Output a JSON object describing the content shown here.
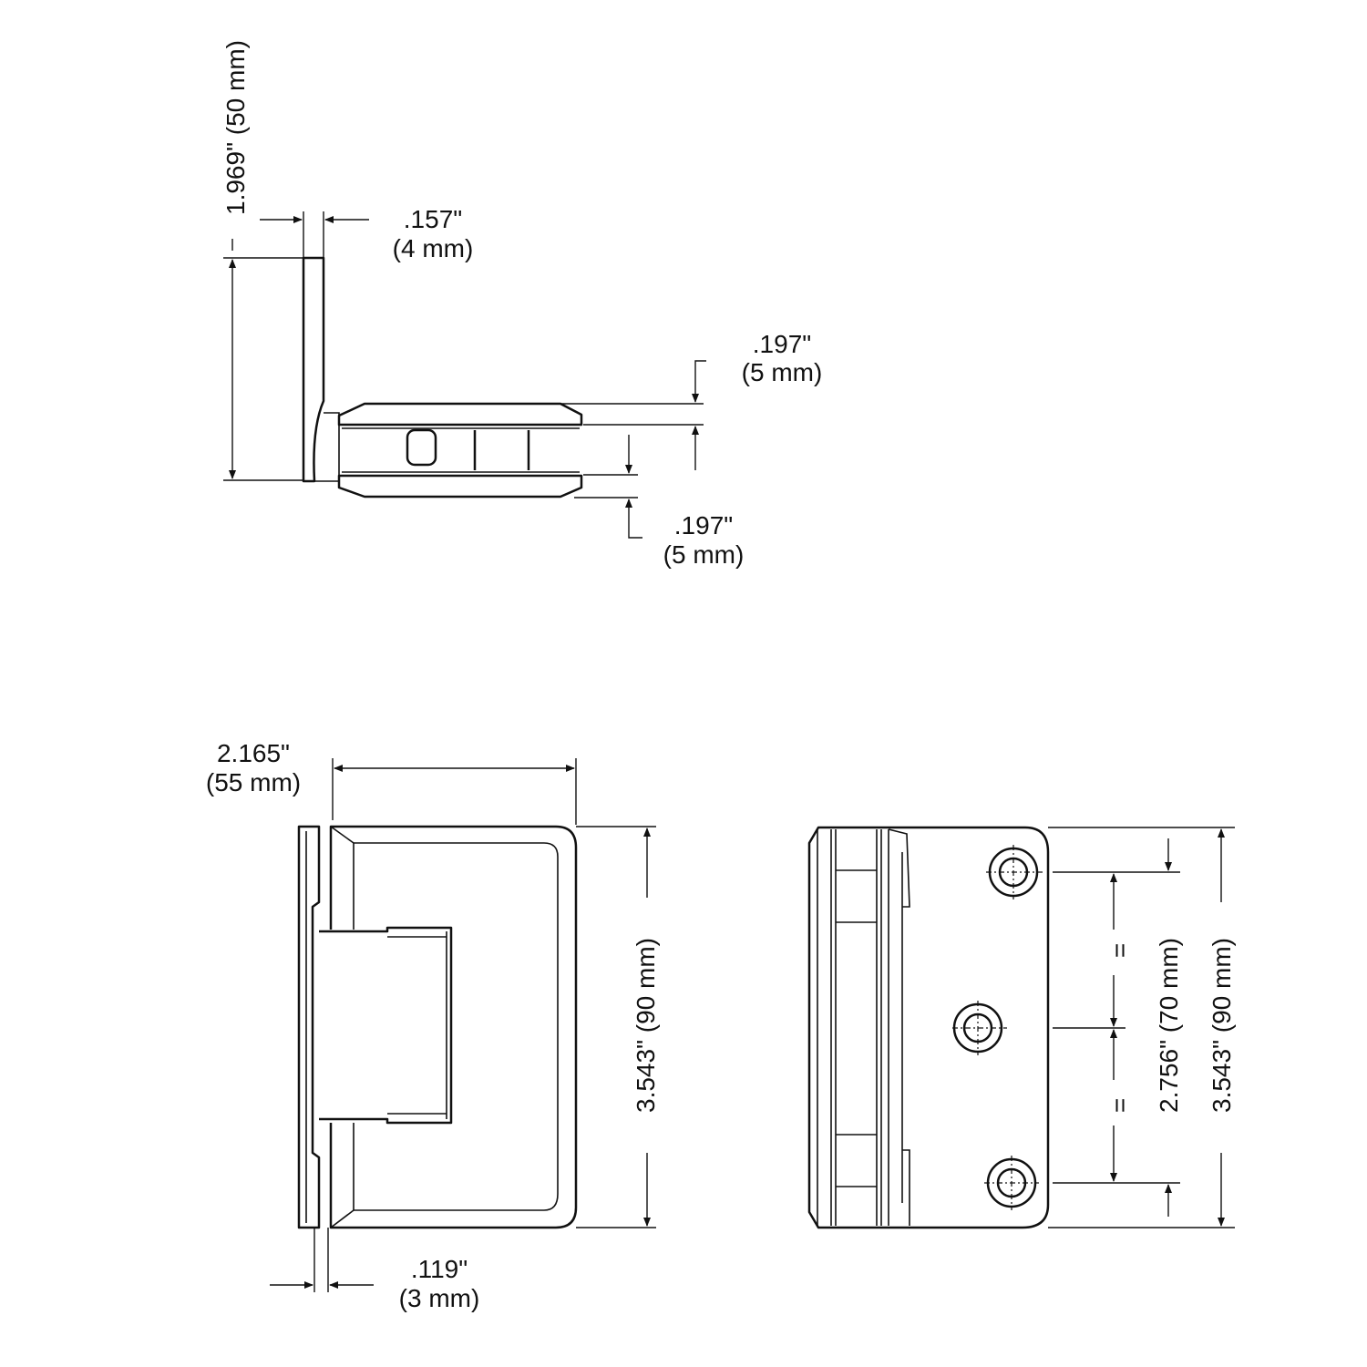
{
  "top_view": {
    "height_label": "1.969\" (50 mm)",
    "plate_thickness": {
      "inch": ".157\"",
      "mm": "(4 mm)"
    },
    "top_offset": {
      "inch": ".197\"",
      "mm": "(5 mm)"
    },
    "bottom_offset": {
      "inch": ".197\"",
      "mm": "(5 mm)"
    }
  },
  "front_view": {
    "width": {
      "inch": "2.165\"",
      "mm": "(55 mm)"
    },
    "height_label": "3.543\" (90 mm)",
    "plate_gap": {
      "inch": ".119\"",
      "mm": "(3 mm)"
    }
  },
  "side_view": {
    "hole_spacing_label": "2.756\" (70 mm)",
    "height_label": "3.543\" (90 mm)",
    "equal_marks": [
      "=",
      "="
    ]
  }
}
